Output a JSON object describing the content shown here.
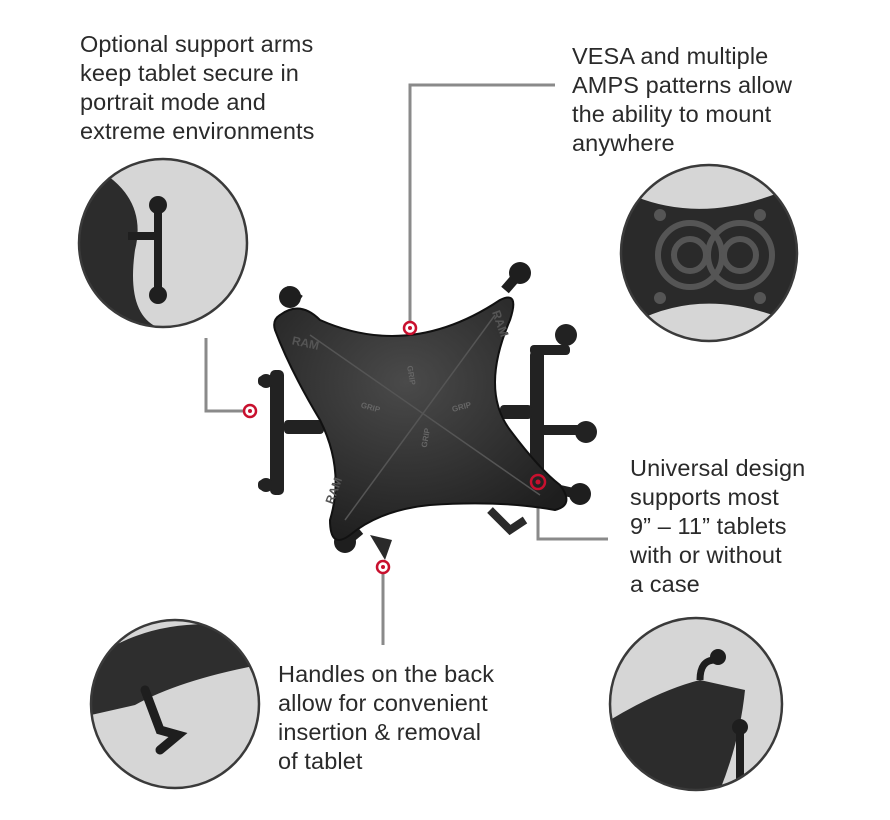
{
  "callouts": {
    "support_arms": [
      "Optional support arms",
      "keep tablet secure in",
      "portrait mode and",
      "extreme environments"
    ],
    "vesa": [
      "VESA and multiple",
      "AMPS patterns allow",
      "the ability to mount",
      "anywhere"
    ],
    "universal": [
      "Universal design",
      "supports most",
      "9” – 11” tablets",
      "with or without",
      "a case"
    ],
    "handles": [
      "Handles on the back",
      "allow for convenient",
      "insertion & removal",
      "of tablet"
    ]
  },
  "product_markings": {
    "brand": "RAM",
    "grip": "GRIP"
  },
  "colors": {
    "leader_line": "#8a8a8a",
    "marker_ring": "#c8102e",
    "product_body": "#2b2b2b",
    "inset_border": "#3a3a3a",
    "inset_bg": "#d6d6d6"
  },
  "icons": [
    "support-arm-detail-icon",
    "vesa-pattern-detail-icon",
    "handle-detail-icon",
    "cradle-arm-detail-icon"
  ]
}
